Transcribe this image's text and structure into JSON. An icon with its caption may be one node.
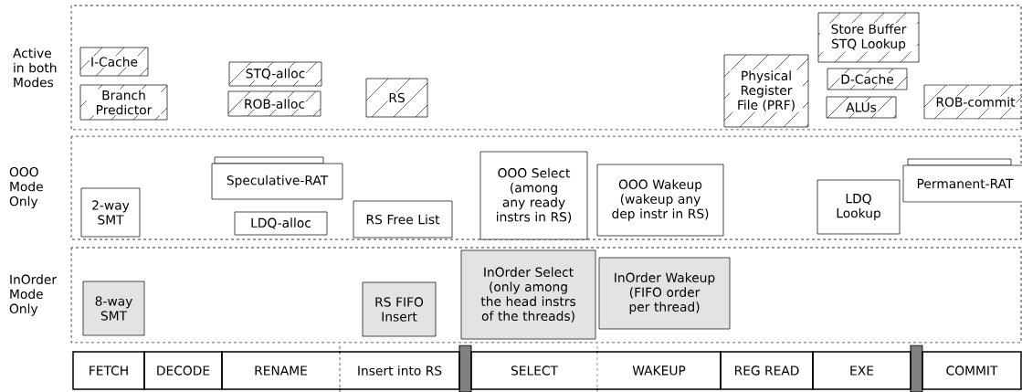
{
  "diagram": {
    "nodes": [
      {
        "text": [
          "Active in both Modes"
        ]
      },
      {
        "text": [
          "I-Cache"
        ],
        "in": 0
      },
      {
        "text": [
          "Branch Predictor"
        ],
        "in": 0
      },
      {
        "text": [
          "STQ-alloc"
        ],
        "in": 0
      },
      {
        "text": [
          "ROB-alloc"
        ],
        "in": 0
      },
      {
        "text": [
          "RS"
        ],
        "in": 0
      },
      {
        "text": [
          "Physical Register File (PRF)"
        ],
        "in": 0
      },
      {
        "text": [
          "Store Buffer STQ Lookup"
        ],
        "in": 0
      },
      {
        "text": [
          "D-Cache"
        ],
        "in": 0
      },
      {
        "text": [
          "ALUs"
        ],
        "in": 0
      },
      {
        "text": [
          "ROB-commit"
        ],
        "in": 0
      },
      {
        "text": [
          "OOO Mode Only"
        ]
      },
      {
        "text": [
          "2-way SMT"
        ],
        "in": 11
      },
      {
        "text": [
          "Speculative-RAT"
        ],
        "in": 11
      },
      {
        "text": [
          "LDQ-alloc"
        ],
        "in": 11
      },
      {
        "text": [
          "RS Free List"
        ],
        "in": 11
      },
      {
        "text": [
          "OOO Select (among any ready instrs in RS)"
        ],
        "in": 11
      },
      {
        "text": [
          "OOO Wakeup (wakeup any dep instr in RS)"
        ],
        "in": 11
      },
      {
        "text": [
          "LDQ Lookup"
        ],
        "in": 11
      },
      {
        "text": [
          "Permanent-RAT"
        ],
        "in": 11
      },
      {
        "text": [
          "InOrder Mode Only"
        ]
      },
      {
        "text": [
          "8-way SMT"
        ],
        "in": 20
      },
      {
        "text": [
          "RS FIFO Insert"
        ],
        "in": 20
      },
      {
        "text": [
          "InOrder Select (only among the head instrs of the threads)"
        ],
        "in": 20
      },
      {
        "text": [
          "InOrder Wakeup (FIFO order per thread)"
        ],
        "in": 20
      },
      {
        "text": [
          "FETCH"
        ]
      },
      {
        "text": [
          "DECODE"
        ]
      },
      {
        "text": [
          "RENAME"
        ]
      },
      {
        "text": [
          "Insert into RS"
        ]
      },
      {
        "text": [
          "SELECT"
        ]
      },
      {
        "text": [
          "WAKEUP"
        ]
      },
      {
        "text": [
          "REG READ"
        ]
      },
      {
        "text": [
          "EXE"
        ]
      },
      {
        "text": [
          "COMMIT"
        ]
      }
    ]
  }
}
